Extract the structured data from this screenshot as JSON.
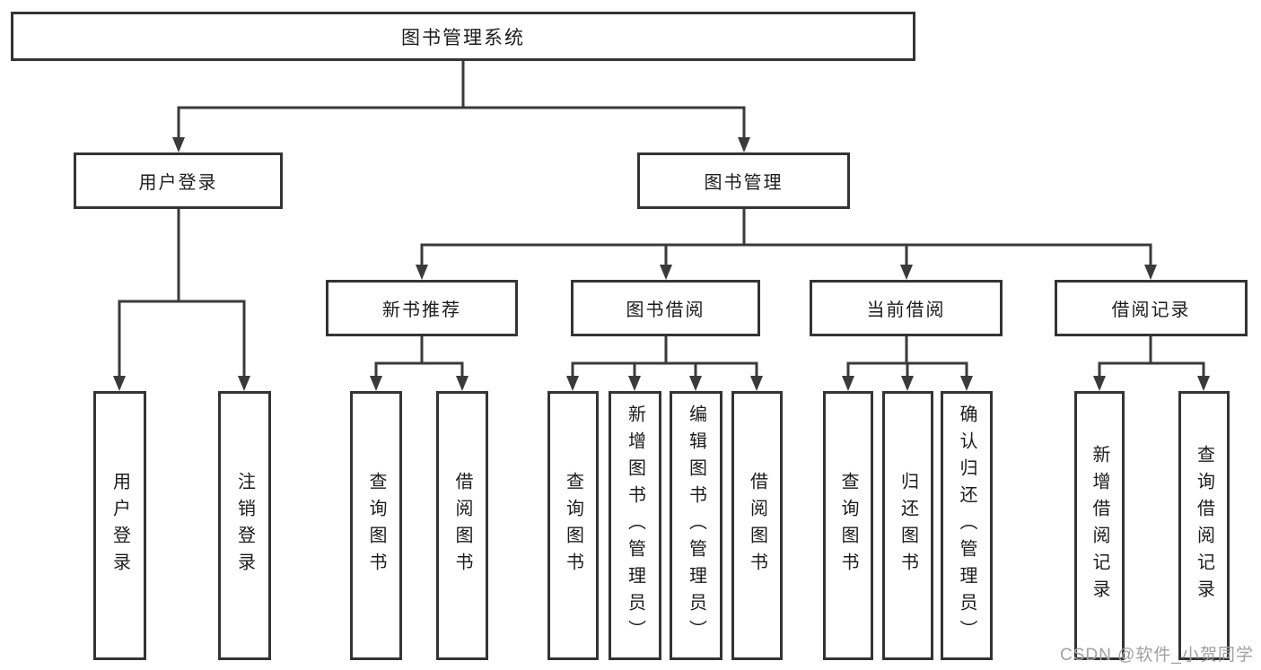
{
  "title": "图书管理系统",
  "tree": {
    "root": {
      "label": "图书管理系统"
    },
    "branches": [
      {
        "label": "用户登录",
        "children": [
          {
            "label": "用户登录"
          },
          {
            "label": "注销登录"
          }
        ]
      },
      {
        "label": "图书管理",
        "children": [
          {
            "label": "新书推荐",
            "children": [
              {
                "label": "查询图书"
              },
              {
                "label": "借阅图书"
              }
            ]
          },
          {
            "label": "图书借阅",
            "children": [
              {
                "label": "查询图书"
              },
              {
                "label": "新增图书（管理员）"
              },
              {
                "label": "编辑图书（管理员）"
              },
              {
                "label": "借阅图书"
              }
            ]
          },
          {
            "label": "当前借阅",
            "children": [
              {
                "label": "查询图书"
              },
              {
                "label": "归还图书"
              },
              {
                "label": "确认归还（管理员）"
              }
            ]
          },
          {
            "label": "借阅记录",
            "children": [
              {
                "label": "新增借阅记录"
              },
              {
                "label": "查询借阅记录"
              }
            ]
          }
        ]
      }
    ]
  },
  "watermark": {
    "text": "CSDN @软件_小贺同学"
  },
  "colors": {
    "line": "#3a3a3a",
    "box_border": "#343434",
    "text": "#1c1c1c",
    "watermark": "#a0a0a5",
    "background": "#ffffff"
  }
}
